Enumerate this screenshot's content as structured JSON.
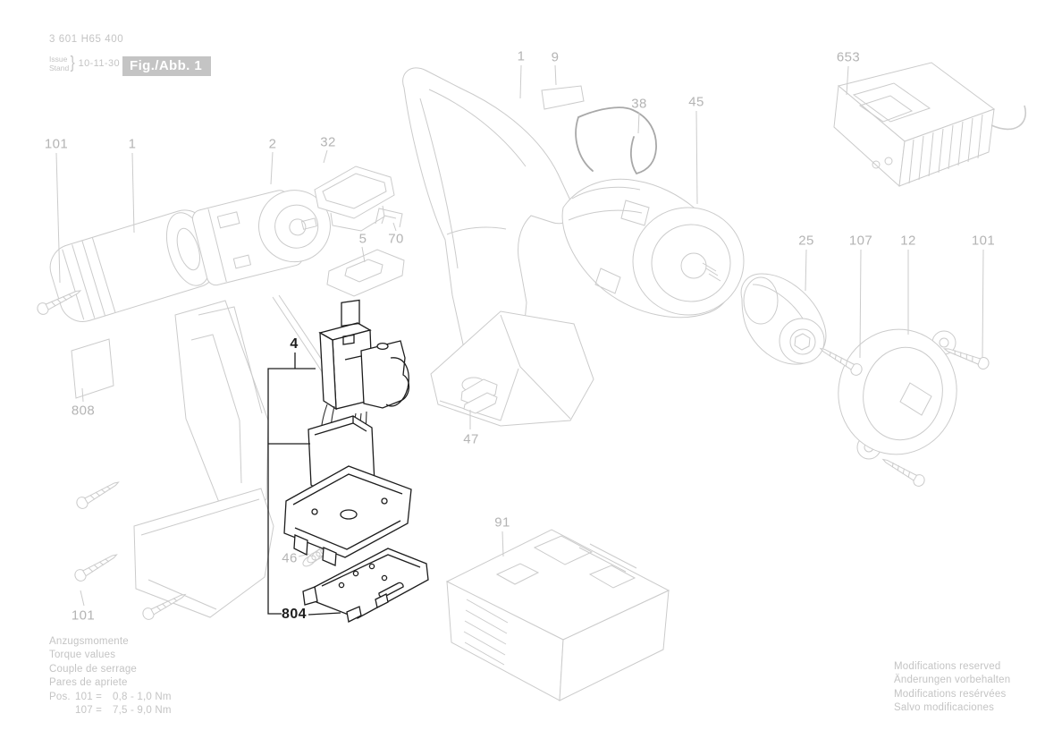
{
  "header": {
    "part_number": "3 601 H65 400",
    "issue_word": "Issue",
    "stand_word": "Stand",
    "brace": "}",
    "issue_date": "10-11-30",
    "figure_badge": "Fig./Abb. 1"
  },
  "callouts": [
    {
      "label": "101"
    },
    {
      "label": "1"
    },
    {
      "label": "2"
    },
    {
      "label": "32"
    },
    {
      "label": "5"
    },
    {
      "label": "70"
    },
    {
      "label": "1"
    },
    {
      "label": "9"
    },
    {
      "label": "38"
    },
    {
      "label": "45"
    },
    {
      "label": "653"
    },
    {
      "label": "25"
    },
    {
      "label": "107"
    },
    {
      "label": "12"
    },
    {
      "label": "101"
    },
    {
      "label": "808"
    },
    {
      "label": "4"
    },
    {
      "label": "47"
    },
    {
      "label": "91"
    },
    {
      "label": "46"
    },
    {
      "label": "804"
    },
    {
      "label": "101"
    }
  ],
  "torque_note": {
    "lines": [
      "Anzugsmomente",
      "Torque values",
      "Couple de serrage",
      "Pares de apriete"
    ],
    "pos_prefix": "Pos.",
    "entries": [
      {
        "num": "101 =",
        "val": "0,8 - 1,0 Nm"
      },
      {
        "num": "107 =",
        "val": "7,5 - 9,0 Nm"
      }
    ]
  },
  "modifications_note": {
    "lines": [
      "Modifications reserved",
      "Änderungen vorbehalten",
      "Modifications resérvées",
      "Salvo modificaciones"
    ]
  },
  "colors": {
    "line": "#cbcbcb",
    "label": "#b4b4b4",
    "dark": "#1d1d1d",
    "note": "#c4c4c4",
    "wire": "#a8a8a8",
    "badge_bg": "#c4c4c4",
    "badge_text": "#ffffff"
  }
}
